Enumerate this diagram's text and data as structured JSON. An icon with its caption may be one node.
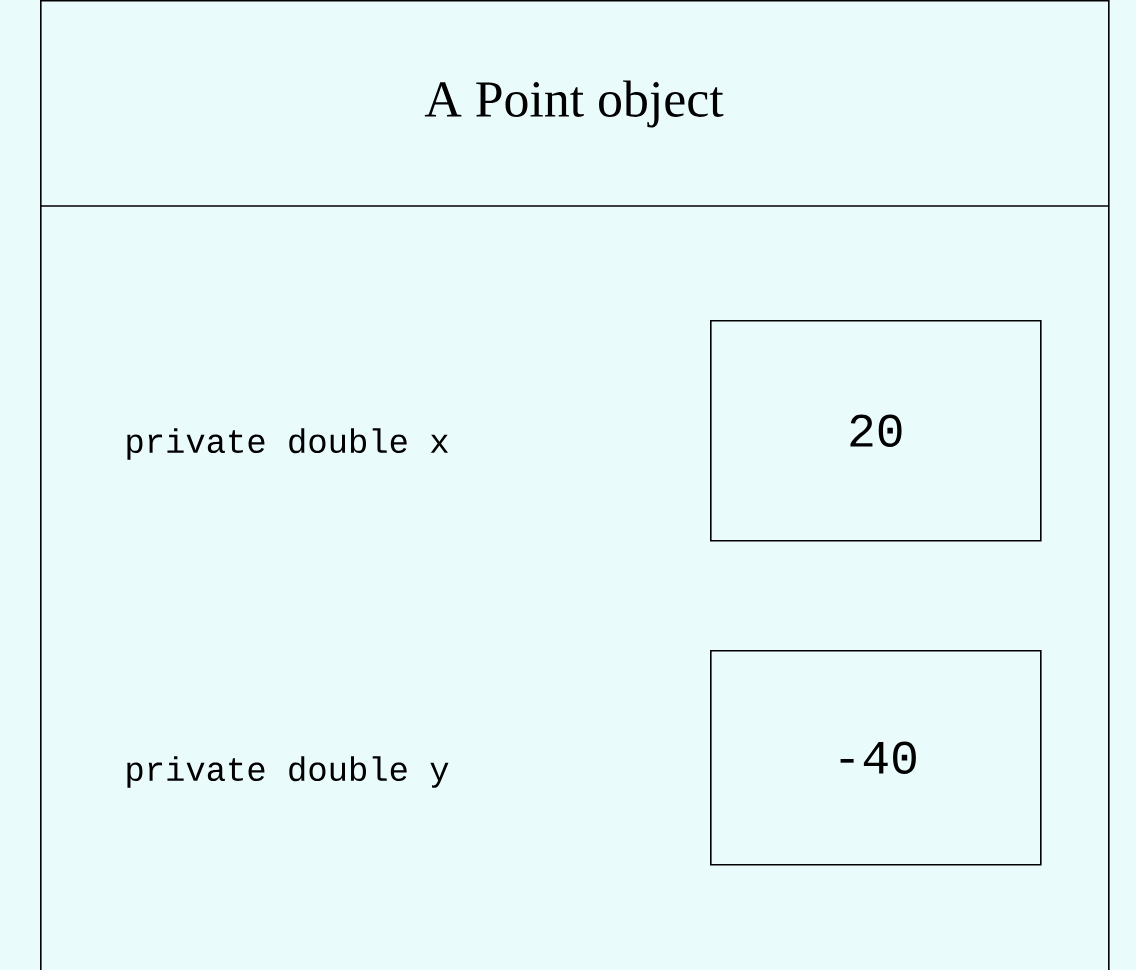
{
  "diagram": {
    "nodes": [
      {
        "text": [
          "A Point object"
        ]
      },
      {
        "text": [
          "20"
        ],
        "in": 0
      },
      {
        "text": [
          "-40"
        ],
        "in": 0
      }
    ],
    "edges": [],
    "labels": [
      "private double x",
      "private double y"
    ]
  }
}
